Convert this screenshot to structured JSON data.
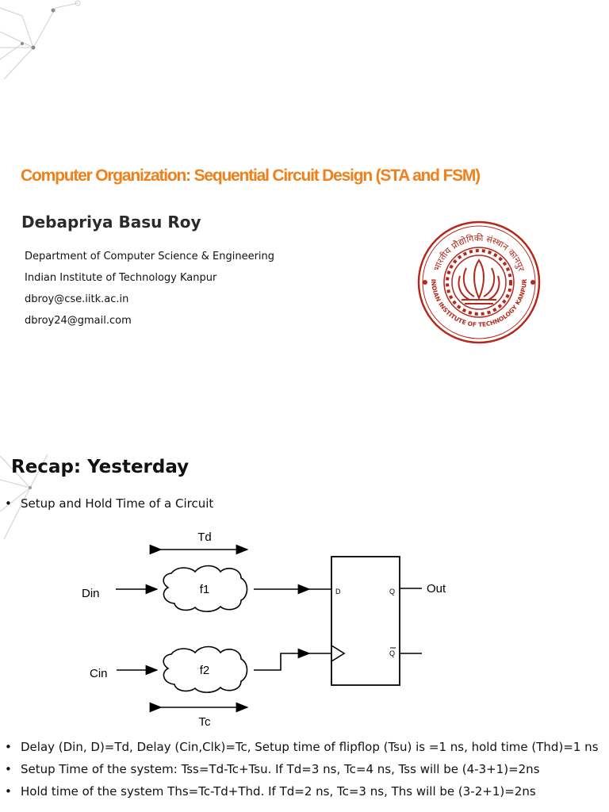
{
  "slide1": {
    "title": "Computer Organization: Sequential Circuit Design (STA and FSM)",
    "author": "Debapriya Basu Roy",
    "info_lines": [
      "Department of Computer Science & Engineering",
      "Indian Institute of Technology Kanpur",
      "dbroy@cse.iitk.ac.in",
      "dbroy24@gmail.com"
    ],
    "logo": {
      "icon": "iitk-seal-icon",
      "hindi_text": "भारतीय प्रौद्योगिकी संस्थान कानपुर",
      "english_text": "INDIAN INSTITUTE OF TECHNOLOGY KANPUR",
      "color": "#b5281c"
    },
    "accent_color": "#f0801a"
  },
  "slide2": {
    "title": "Recap: Yesterday",
    "bullet_top": "Setup and Hold Time of a Circuit",
    "diagram": {
      "label_td": "Td",
      "label_tc": "Tc",
      "input_din": "Din",
      "input_cin": "Cin",
      "block_f1": "f1",
      "block_f2": "f2",
      "pin_d": "D",
      "pin_q": "Q",
      "pin_qbar": "Q",
      "output": "Out"
    },
    "bullets": [
      "Delay (Din, D)=Td, Delay (Cin,Clk)=Tc, Setup time of flipflop (Tsu) is =1 ns, hold time (Thd)=1 ns",
      "Setup Time of the system: Tss=Td-Tc+Tsu. If Td=3 ns, Tc=4 ns, Tss will be (4-3+1)=2ns",
      "Hold time of the system Ths=Tc-Td+Thd. If Td=2 ns, Tc=3 ns, Ths will be (3-2+1)=2ns"
    ]
  }
}
